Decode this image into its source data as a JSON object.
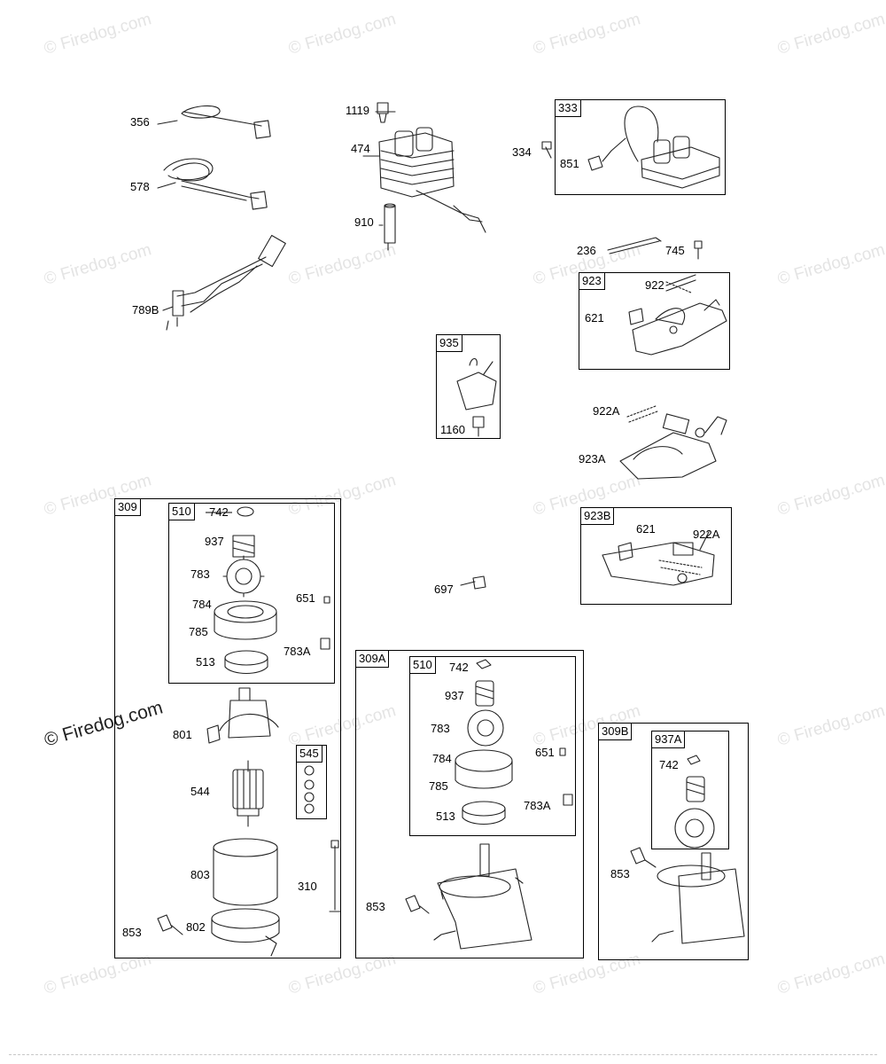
{
  "watermark": {
    "text": "© Firedog.com",
    "featured_text": "© Firedog.com"
  },
  "parts": {
    "p356": "356",
    "p578": "578",
    "p789B": "789B",
    "p1119": "1119",
    "p474": "474",
    "p910": "910",
    "p333": "333",
    "p334": "334",
    "p851": "851",
    "p236": "236",
    "p745": "745",
    "p923": "923",
    "p922": "922",
    "p621": "621",
    "p935": "935",
    "p1160": "1160",
    "p922A": "922A",
    "p923A": "923A",
    "p923B": "923B",
    "p621b": "621",
    "p922Ab": "922A",
    "p697": "697",
    "g309": {
      "box": "309",
      "sub510": "510",
      "p742": "742",
      "p937": "937",
      "p783": "783",
      "p784": "784",
      "p785": "785",
      "p513": "513",
      "p651": "651",
      "p783A": "783A",
      "p801": "801",
      "p545": "545",
      "p544": "544",
      "p803": "803",
      "p310": "310",
      "p853": "853",
      "p802": "802"
    },
    "g309A": {
      "box": "309A",
      "sub510": "510",
      "p742": "742",
      "p937": "937",
      "p783": "783",
      "p784": "784",
      "p785": "785",
      "p513": "513",
      "p651": "651",
      "p783A": "783A",
      "p853": "853"
    },
    "g309B": {
      "box": "309B",
      "sub937A": "937A",
      "p742": "742",
      "p853": "853"
    }
  }
}
